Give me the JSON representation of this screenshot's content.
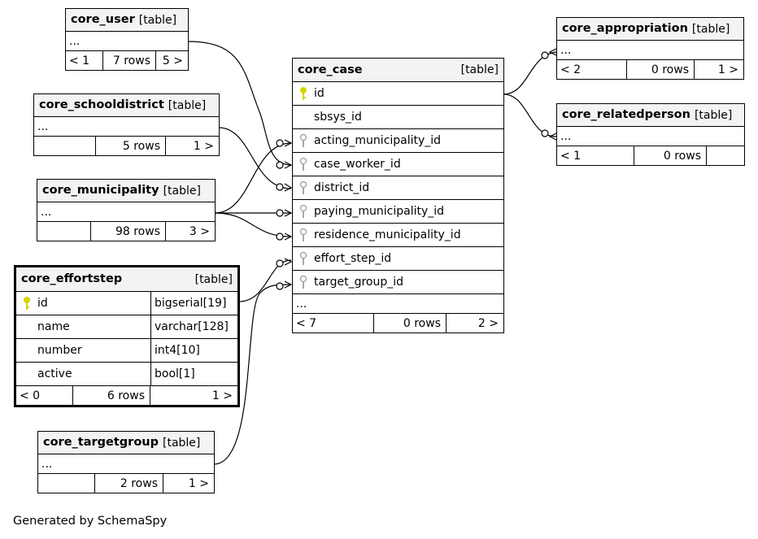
{
  "tables": {
    "core_user": {
      "name": "core_user",
      "type": "[table]",
      "ellipsis": "...",
      "foot": [
        "< 1",
        "7 rows",
        "5 >"
      ]
    },
    "core_schooldistrict": {
      "name": "core_schooldistrict",
      "type": "[table]",
      "ellipsis": "...",
      "foot": [
        "",
        "5 rows",
        "1 >"
      ]
    },
    "core_municipality": {
      "name": "core_municipality",
      "type": "[table]",
      "ellipsis": "...",
      "foot": [
        "",
        "98 rows",
        "3 >"
      ]
    },
    "core_effortstep": {
      "name": "core_effortstep",
      "type": "[table]",
      "columns": [
        {
          "name": "id",
          "dtype": "bigserial[19]",
          "key": "primary"
        },
        {
          "name": "name",
          "dtype": "varchar[128]",
          "key": "none"
        },
        {
          "name": "number",
          "dtype": "int4[10]",
          "key": "none"
        },
        {
          "name": "active",
          "dtype": "bool[1]",
          "key": "none"
        }
      ],
      "foot": [
        "< 0",
        "6 rows",
        "1 >"
      ]
    },
    "core_targetgroup": {
      "name": "core_targetgroup",
      "type": "[table]",
      "ellipsis": "...",
      "foot": [
        "",
        "2 rows",
        "1 >"
      ]
    },
    "core_case": {
      "name": "core_case",
      "type": "[table]",
      "columns": [
        {
          "name": "id",
          "key": "primary"
        },
        {
          "name": "sbsys_id",
          "key": "none"
        },
        {
          "name": "acting_municipality_id",
          "key": "foreign"
        },
        {
          "name": "case_worker_id",
          "key": "foreign"
        },
        {
          "name": "district_id",
          "key": "foreign"
        },
        {
          "name": "paying_municipality_id",
          "key": "foreign"
        },
        {
          "name": "residence_municipality_id",
          "key": "foreign"
        },
        {
          "name": "effort_step_id",
          "key": "foreign"
        },
        {
          "name": "target_group_id",
          "key": "foreign"
        }
      ],
      "ellipsis": "...",
      "foot": [
        "< 7",
        "0 rows",
        "2 >"
      ]
    },
    "core_appropriation": {
      "name": "core_appropriation",
      "type": "[table]",
      "ellipsis": "...",
      "foot": [
        "< 2",
        "0 rows",
        "1 >"
      ]
    },
    "core_relatedperson": {
      "name": "core_relatedperson",
      "type": "[table]",
      "ellipsis": "...",
      "foot": [
        "< 1",
        "0 rows",
        ""
      ]
    }
  },
  "footer_text": "Generated by SchemaSpy",
  "colors": {
    "primary_key": "#d4d400",
    "foreign_key": "#a8a8a8",
    "header_bg": "#f3f3f3"
  }
}
